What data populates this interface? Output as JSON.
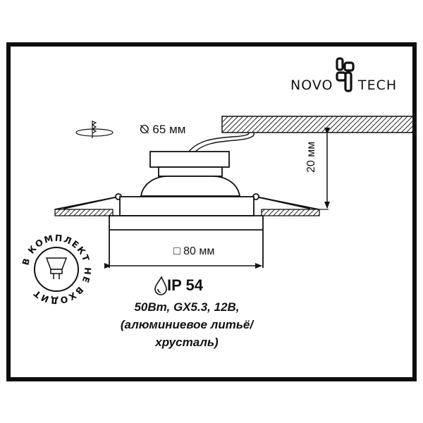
{
  "brand": {
    "logo_left": "NOVO",
    "logo_right": "TECH"
  },
  "dimensions": {
    "hole_diameter": "65 мм",
    "width": "80 мм",
    "mounting_depth": "20 мм"
  },
  "symbols": {
    "diameter_icon": "⦰",
    "square_icon": "□",
    "water_drop_icon": "drop"
  },
  "protection": {
    "ip_rating": "IP 54"
  },
  "specs": {
    "line1": "50Вт, GX5.3, 12В,",
    "line2": "(алюминиевое литьё/",
    "line3": "хрусталь)"
  },
  "badge": {
    "text": "В КОМПЛЕКТ НЕ ВХОДИТ",
    "icon": "lamp-bulb-icon"
  },
  "colors": {
    "ink": "#111111",
    "background": "#ffffff"
  }
}
